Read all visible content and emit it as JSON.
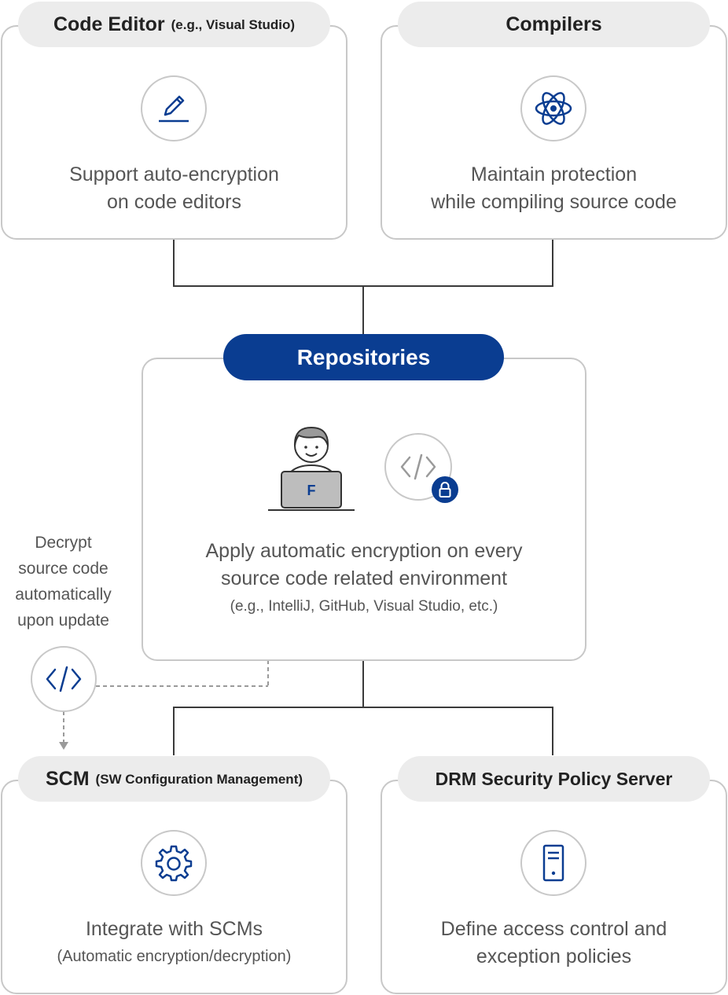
{
  "code_editor": {
    "title": "Code Editor",
    "subtitle": "(e.g., Visual Studio)",
    "icon": "pencil-icon",
    "line1": "Support auto-encryption",
    "line2": "on code editors"
  },
  "compilers": {
    "title": "Compilers",
    "icon": "atom-icon",
    "line1": "Maintain protection",
    "line2": "while compiling source code"
  },
  "repositories": {
    "title": "Repositories",
    "laptop_letter": "F",
    "icons": [
      "developer-avatar-icon",
      "code-icon",
      "lock-icon"
    ],
    "line1": "Apply automatic encryption on every",
    "line2": "source code related environment",
    "line3": "(e.g., IntelliJ, GitHub, Visual Studio, etc.)"
  },
  "decrypt_note": {
    "line1": "Decrypt",
    "line2": "source code",
    "line3": "automatically",
    "line4": "upon update",
    "icon": "code-icon"
  },
  "scm": {
    "title": "SCM",
    "subtitle": "(SW Configuration Management)",
    "icon": "gear-icon",
    "line1": "Integrate with SCMs",
    "line2": "(Automatic encryption/decryption)"
  },
  "drm": {
    "title": "DRM Security Policy Server",
    "icon": "server-icon",
    "line1": "Define access control and",
    "line2": "exception policies"
  },
  "colors": {
    "accent_blue": "#0a3d91",
    "border_gray": "#c8c8c8",
    "pill_gray": "#ececec",
    "connector": "#3a3a3a",
    "text": "#555555"
  }
}
